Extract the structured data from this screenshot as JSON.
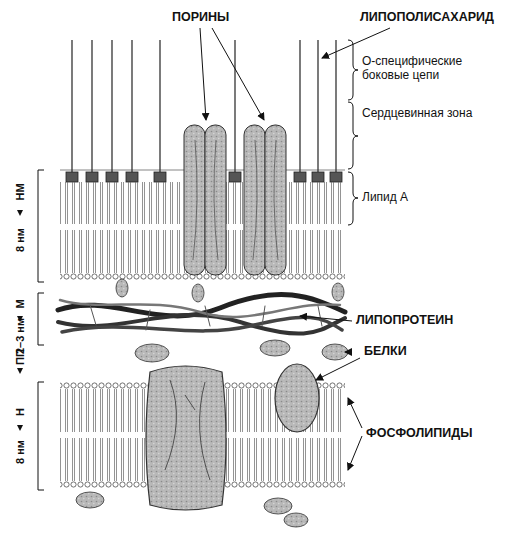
{
  "diagram": {
    "labels": [
      "ПОРИНЫ",
      "ЛИПОПОЛИСАХАРИД",
      "О-специфические боковые цепи",
      "Сердцевинная зона",
      "Липид А",
      "НМ",
      "8 нм",
      "ЛИПОПРОТЕИН",
      "М",
      "2–3 нм",
      "БЕЛКИ",
      "ПП",
      "ФОСФОЛИПИДЫ",
      "Н",
      "8 нм"
    ]
  }
}
